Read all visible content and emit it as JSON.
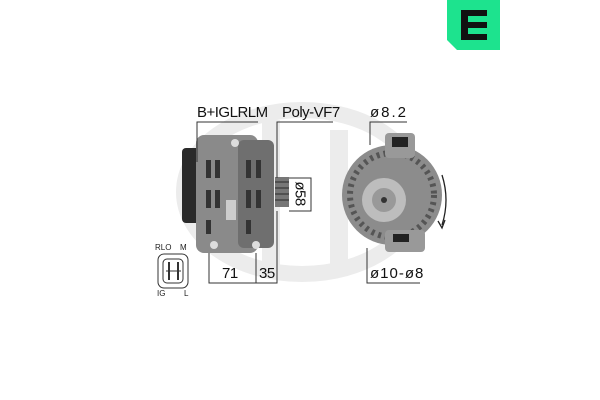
{
  "brand": {
    "badge_color": "#1de38e",
    "badge_letter": "E",
    "watermark_text": "ERA"
  },
  "product": {
    "type": "alternator"
  },
  "labels": {
    "connector_type": "B+IGLRLM",
    "pulley_type": "Poly-VF7",
    "pulley_diameter": "ø58",
    "top_hole": "ø8.2",
    "bottom_hole": "ø10-ø8",
    "length_body": "71",
    "length_pulley": "35"
  },
  "connector_pins": {
    "top_left": "RLO",
    "top_right": "M",
    "bottom_left": "IG",
    "bottom_right": "L"
  }
}
